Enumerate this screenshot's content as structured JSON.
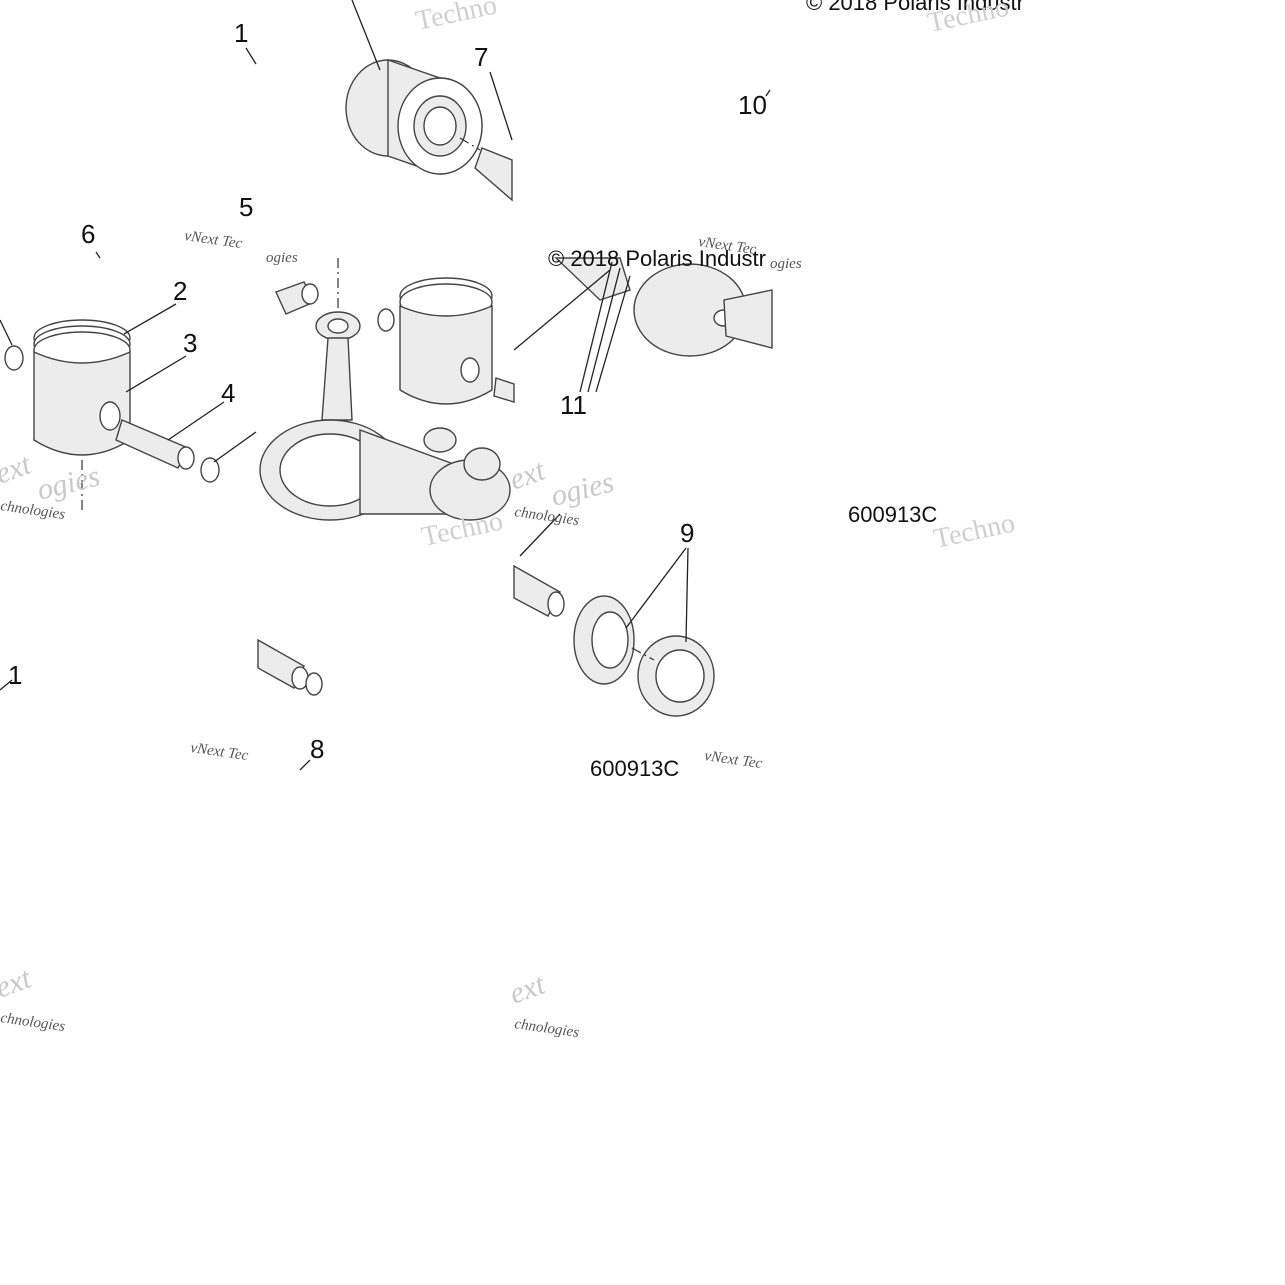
{
  "diagram": {
    "callouts": [
      "1",
      "7",
      "10",
      "5",
      "6",
      "2",
      "3",
      "4",
      "11",
      "9",
      "1",
      "8"
    ],
    "copyright": [
      "© 2018 Polaris Industr",
      "© 2018 Polaris Industr"
    ],
    "figure_codes": [
      "600913C",
      "600913C"
    ],
    "watermarks": {
      "technologies": "Techno",
      "vnext": "vNext Tec",
      "next_fragment": "ext",
      "tech_fragment": "chnologies",
      "ogies": "ogies"
    }
  }
}
